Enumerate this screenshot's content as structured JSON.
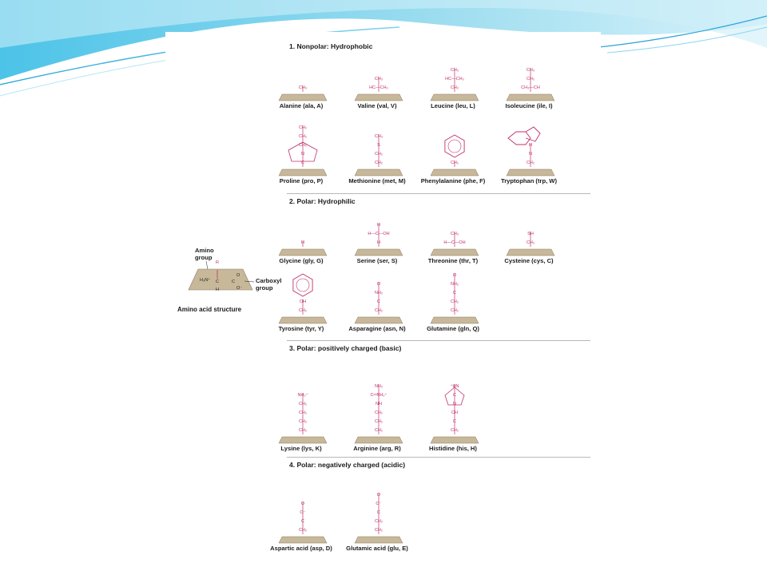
{
  "colors": {
    "pink": "#c0306a",
    "plate": "#c8b89a",
    "plate_stroke": "#8a7a60",
    "text": "#1a1a1a",
    "bg_wave": "#5ec6e6"
  },
  "general": {
    "amino_label": "Amino group",
    "amino_line1": "Amino",
    "amino_line2": "group",
    "carboxyl_line1": "Carboxyl",
    "carboxyl_line2": "group",
    "caption": "Amino acid structure",
    "r": "R",
    "n": "H₃N⁺",
    "c": "C",
    "h": "H",
    "o": "O",
    "o_minus": "O⁻"
  },
  "sections": [
    {
      "title": "1. Nonpolar: Hydrophobic"
    },
    {
      "title": "2. Polar: Hydrophilic"
    },
    {
      "title": "3. Polar: positively charged (basic)"
    },
    {
      "title": "4. Polar: negatively charged (acidic)"
    }
  ],
  "amino_acids": [
    {
      "label": "Alanine (ala, A)",
      "chain": [
        "CH₃"
      ]
    },
    {
      "label": "Valine (val, V)",
      "chain": [
        "CH₃",
        "HC—CH₃"
      ]
    },
    {
      "label": "Leucine (leu, L)",
      "chain": [
        "CH₃",
        "HC—CH₃",
        "CH₂"
      ]
    },
    {
      "label": "Isoleucine (ile, I)",
      "chain": [
        "CH₃",
        "CH₂",
        "CH₃—CH"
      ]
    },
    {
      "label": "Proline (pro, P)",
      "chain": [
        "CH₂",
        "CH₂",
        "CH₂",
        "N",
        "C"
      ]
    },
    {
      "label": "Methionine (met, M)",
      "chain": [
        "CH₃",
        "S",
        "CH₂",
        "CH₂"
      ]
    },
    {
      "label": "Phenylalanine (phe, F)",
      "chain": [
        "CH₂"
      ]
    },
    {
      "label": "Tryptophan (trp, W)",
      "chain": [
        "H",
        "N",
        "CH₂"
      ]
    },
    {
      "label": "Glycine (gly, G)",
      "chain": [
        "H"
      ]
    },
    {
      "label": "Serine (ser, S)",
      "chain": [
        "H",
        "H—C—OH",
        "H"
      ]
    },
    {
      "label": "Threonine (thr, T)",
      "chain": [
        "CH₃",
        "H—C—OH"
      ]
    },
    {
      "label": "Cysteine (cys, C)",
      "chain": [
        "SH",
        "CH₂"
      ]
    },
    {
      "label": "Tyrosine (tyr, Y)",
      "chain": [
        "OH",
        "CH₂"
      ]
    },
    {
      "label": "Asparagine (asn, N)",
      "chain": [
        "O",
        "NH₂",
        "C",
        "CH₂"
      ]
    },
    {
      "label": "Glutamine (gln, Q)",
      "chain": [
        "O",
        "NH₂",
        "C",
        "CH₂",
        "CH₂"
      ]
    },
    {
      "label": "Lysine (lys, K)",
      "chain": [
        "NH₃⁺",
        "CH₂",
        "CH₂",
        "CH₂",
        "CH₂"
      ]
    },
    {
      "label": "Arginine (arg, R)",
      "chain": [
        "NH₂",
        "C═NH₂⁺",
        "NH",
        "CH₂",
        "CH₂",
        "CH₂"
      ]
    },
    {
      "label": "Histidine (his, H)",
      "chain": [
        "⁺HN",
        "C",
        "N",
        "CH",
        "C",
        "CH₂"
      ]
    },
    {
      "label": "Aspartic acid (asp, D)",
      "chain": [
        "O",
        "O⁻",
        "C",
        "CH₂"
      ]
    },
    {
      "label": "Glutamic acid (glu, E)",
      "chain": [
        "O",
        "O⁻",
        "C",
        "CH₂",
        "CH₂"
      ]
    }
  ]
}
